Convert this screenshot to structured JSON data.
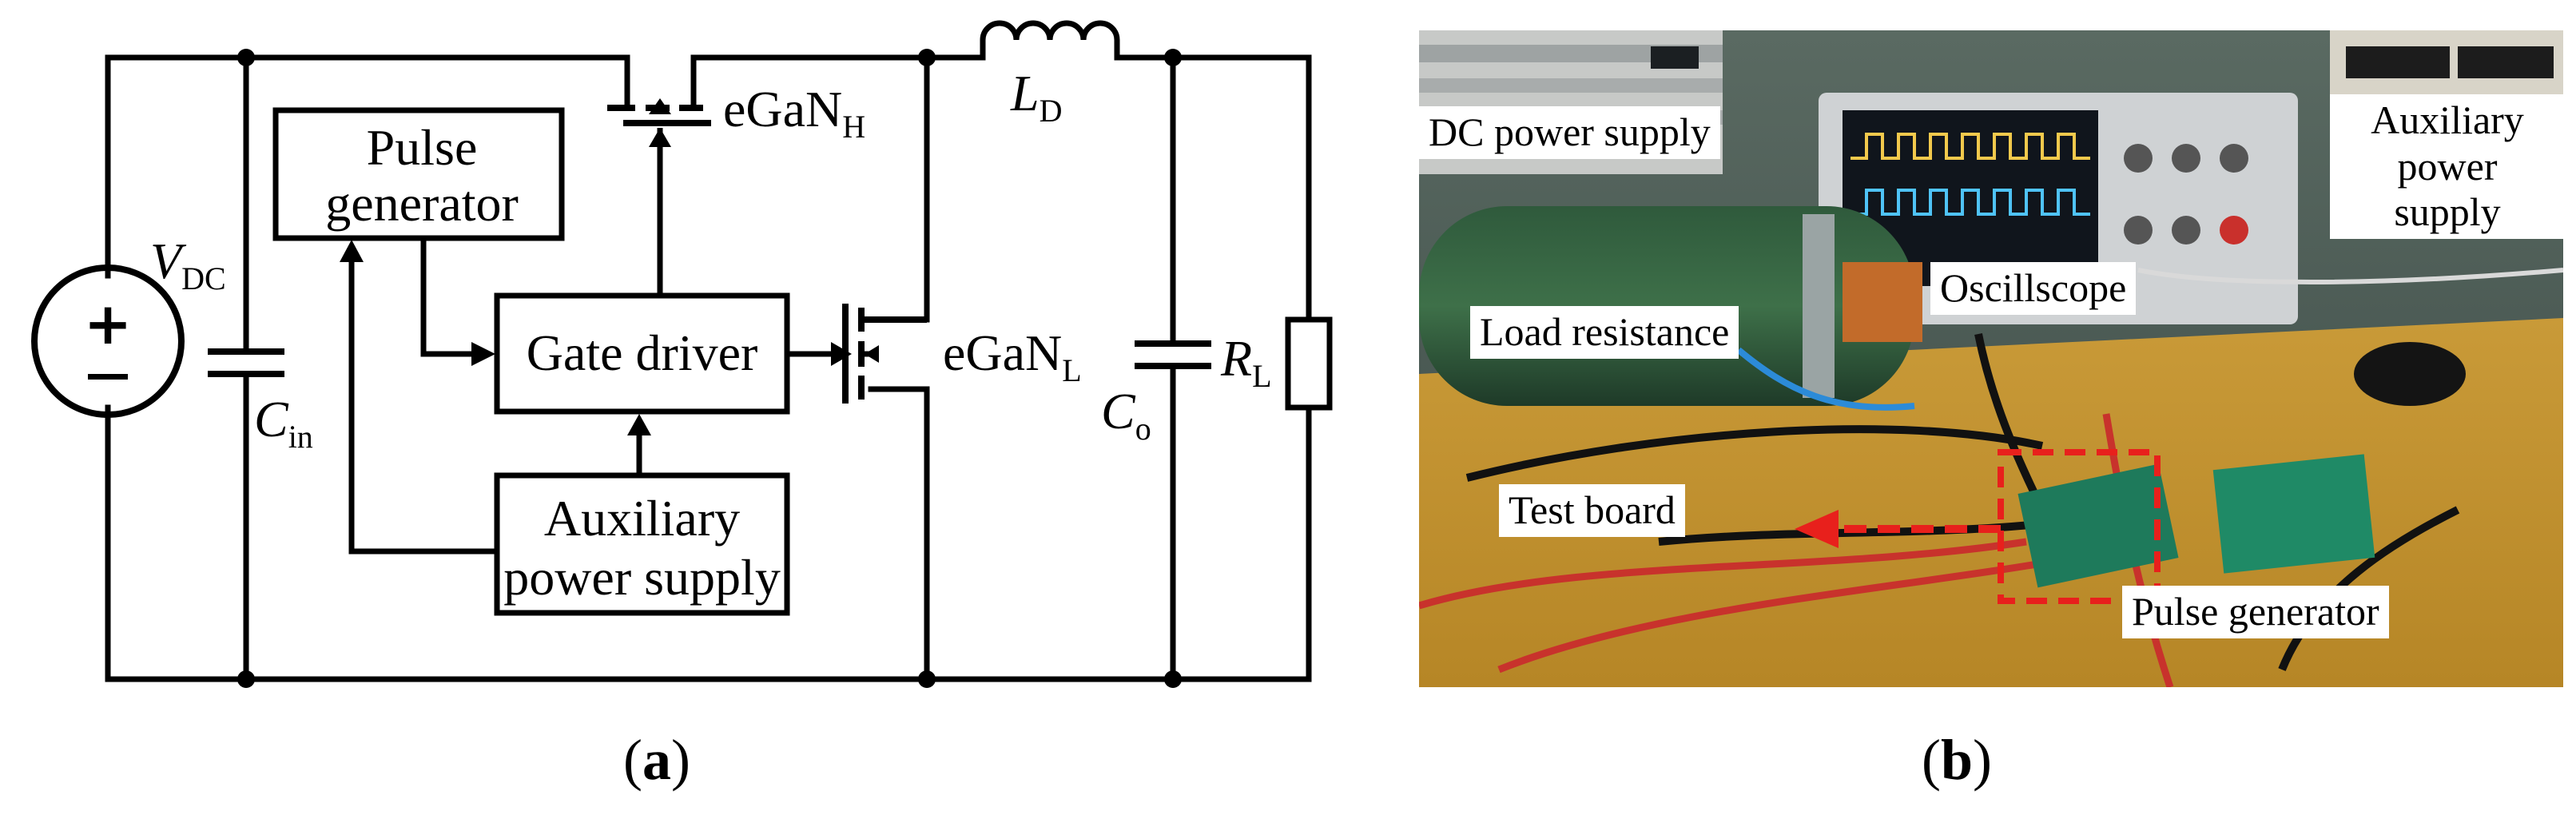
{
  "panel_a": {
    "caption": "(a)",
    "caption_open": "(",
    "caption_letter": "a",
    "caption_close": ")",
    "blocks": {
      "pulse_generator": [
        "Pulse",
        "generator"
      ],
      "gate_driver": "Gate driver",
      "auxiliary_power_supply": [
        "Auxiliary",
        "power supply"
      ]
    },
    "components": {
      "source": {
        "symbol": "V",
        "subscript": "DC"
      },
      "input_cap": {
        "symbol": "C",
        "subscript": "in"
      },
      "high_side": {
        "symbol": "eGaN",
        "subscript": "H"
      },
      "low_side": {
        "symbol": "eGaN",
        "subscript": "L"
      },
      "inductor": {
        "symbol": "L",
        "subscript": "D"
      },
      "output_cap": {
        "symbol": "C",
        "subscript": "o"
      },
      "load": {
        "symbol": "R",
        "subscript": "L"
      }
    }
  },
  "panel_b": {
    "caption": "(b)",
    "caption_open": "(",
    "caption_letter": "b",
    "caption_close": ")",
    "labels": {
      "dc_power_supply": "DC power supply",
      "auxiliary_power_supply": [
        "Auxiliary power",
        "supply"
      ],
      "oscilloscope": "Oscillscope",
      "load_resistance": "Load resistance",
      "test_board": "Test board",
      "pulse_generator": "Pulse generator"
    },
    "highlight_color": "#e8201c"
  }
}
